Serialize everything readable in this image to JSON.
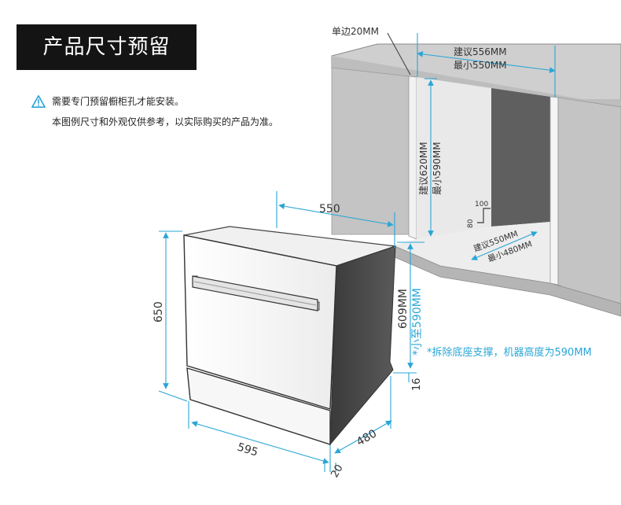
{
  "title": "产品尺寸预留",
  "notice": {
    "line1": "需要专门预留橱柜孔才能安装。",
    "line2": "本图例尺寸和外观仅供参考，以实际购买的产品为准。"
  },
  "cabinet": {
    "side_gap": "单边20MM",
    "width_recommended": "建议556MM",
    "width_min": "最小550MM",
    "height_recommended": "建议620MM",
    "height_min": "最小590MM",
    "notch_h": "100",
    "notch_v": "80",
    "depth_recommended": "建议550MM",
    "depth_min": "最小480MM"
  },
  "machine": {
    "depth_top": "550",
    "height": "650",
    "height_side": "609MM",
    "height_min_side": "*小至590MM",
    "base_note": "*拆除底座支撑，机器高度为590MM",
    "base_height": "16",
    "width": "595",
    "depth_bottom": "480",
    "front_offset": "20"
  },
  "colors": {
    "dimension": "#2aa6d6",
    "cabinet_top": "#c9c9c9",
    "cabinet_side": "#b3b3b3",
    "cavity": "#5f5f5f",
    "machine_side": "#4a4a4a",
    "panel": "#f4f4f4"
  }
}
